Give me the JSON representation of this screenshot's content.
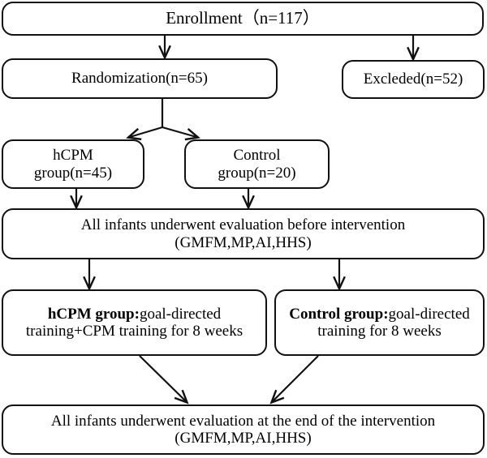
{
  "diagram": {
    "title": "CONSORT participant flow diagram",
    "background_color": "#ffffff",
    "line_color": "#111111",
    "nodes": {
      "enrollment": {
        "label": "Enrollment（n=117）",
        "count": 117
      },
      "randomization": {
        "label": "Randomization(n=65)",
        "count": 65
      },
      "excluded": {
        "label": "Excleded(n=52)",
        "count": 52
      },
      "hcpm_group": {
        "line1": "hCPM",
        "line2": "group(n=45)",
        "count": 45
      },
      "control_group": {
        "line1": "Control",
        "line2": "group(n=20)",
        "count": 20
      },
      "eval_before": {
        "line1": "All infants underwent evaluation before intervention",
        "line2": "(GMFM,MP,AI,HHS)"
      },
      "hcpm_intervention": {
        "bold_prefix": "hCPM group:",
        "rest": "goal-directed training+CPM training for 8 weeks"
      },
      "control_intervention": {
        "bold_prefix": "Control group:",
        "rest": "goal-directed training for 8 weeks"
      },
      "eval_after": {
        "line1": "All infants underwent evaluation at the end of the intervention",
        "line2": "(GMFM,MP,AI,HHS)"
      }
    },
    "connectors": [
      {
        "name": "enrollment-to-randomization",
        "kind": "arrow-down"
      },
      {
        "name": "enrollment-to-excluded",
        "kind": "arrow-down"
      },
      {
        "name": "randomization-to-hcpm-group",
        "kind": "arrow-branch-left"
      },
      {
        "name": "randomization-to-control-group",
        "kind": "arrow-branch-right"
      },
      {
        "name": "hcpm-group-to-eval-before",
        "kind": "arrow-down"
      },
      {
        "name": "control-group-to-eval-before",
        "kind": "arrow-down"
      },
      {
        "name": "eval-before-to-hcpm-intervention",
        "kind": "arrow-down"
      },
      {
        "name": "eval-before-to-control-intervention",
        "kind": "arrow-down"
      },
      {
        "name": "hcpm-intervention-to-eval-after",
        "kind": "arrow-diagonal"
      },
      {
        "name": "control-intervention-to-eval-after",
        "kind": "arrow-diagonal"
      }
    ]
  }
}
